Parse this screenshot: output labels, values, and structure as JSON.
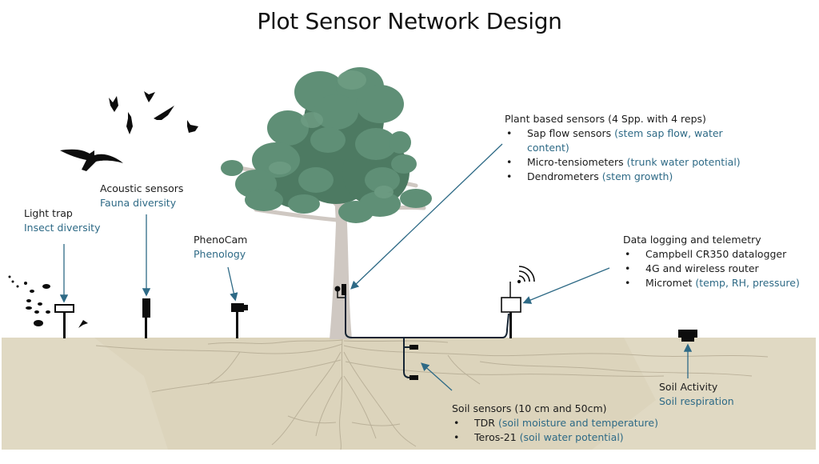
{
  "title": "Plot Sensor Network Design",
  "colors": {
    "soil": "#e0d9c3",
    "soil_dark": "#d6ceb4",
    "label_heading": "#1c1c1c",
    "label_detail": "#2e6a86",
    "arrow": "#2e6a86",
    "foliage": "#5f8f76",
    "foliage_dark": "#4d7a62",
    "trunk": "#cfc8c2",
    "sensor": "#0d0d0d"
  },
  "labels": {
    "light_trap": {
      "heading": "Light trap",
      "detail": "Insect diversity"
    },
    "acoustic": {
      "heading": "Acoustic sensors",
      "detail": "Fauna diversity"
    },
    "phenocam": {
      "heading": "PhenoCam",
      "detail": "Phenology"
    },
    "plant": {
      "heading": "Plant based sensors (4 Spp. with 4 reps)",
      "items": [
        {
          "name": "Sap flow sensors",
          "detail_line1": "(stem sap flow, water",
          "detail_line2": "content)"
        },
        {
          "name": "Micro-tensiometers",
          "detail": "(trunk water potential)"
        },
        {
          "name": "Dendrometers",
          "detail": "(stem growth)"
        }
      ]
    },
    "datalogging": {
      "heading": "Data logging and telemetry",
      "items": [
        {
          "name": "Campbell CR350 datalogger"
        },
        {
          "name": "4G and wireless router"
        },
        {
          "name": "Micromet",
          "detail": "(temp, RH, pressure)"
        }
      ]
    },
    "soil_sensors": {
      "heading": "Soil sensors (10 cm and 50cm)",
      "items": [
        {
          "name": "TDR",
          "detail": "(soil moisture and temperature)"
        },
        {
          "name": "Teros-21",
          "detail": "(soil water potential)"
        }
      ]
    },
    "soil_activity": {
      "heading": "Soil Activity",
      "detail": "Soil respiration"
    }
  },
  "icons": {
    "birds": "bird-flock-icon",
    "insects": "insect-swarm-icon",
    "tree": "tree-icon",
    "wifi": "wireless-signal-icon"
  }
}
